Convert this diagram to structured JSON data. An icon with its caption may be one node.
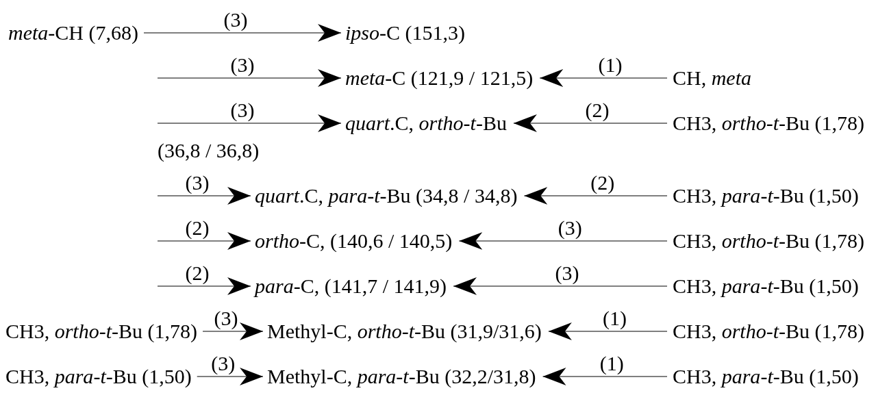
{
  "diagram": {
    "nodes": [
      {
        "text": [
          "*meta*-CH (7,68)"
        ]
      },
      {
        "text": [
          "*ipso*-C (151,3)"
        ]
      },
      {
        "text": [
          "*meta*-C (121,9 / 121,5)"
        ]
      },
      {
        "text": [
          "CH, *meta*"
        ]
      },
      {
        "text": [
          "*quart*.C, *ortho*-*t*-Bu"
        ]
      },
      {
        "text": [
          "CH3, *ortho*-*t*-Bu (1,78)"
        ]
      },
      {
        "text": [
          "*quart*.C, *para*-*t*-Bu (34,8 / 34,8)"
        ]
      },
      {
        "text": [
          "CH3, *para*-*t*-Bu (1,50)"
        ]
      },
      {
        "text": [
          "*ortho*-C, (140,6 / 140,5)"
        ]
      },
      {
        "text": [
          "CH3, *ortho*-*t*-Bu (1,78)"
        ]
      },
      {
        "text": [
          "*para*-C, (141,7 / 141,9)"
        ]
      },
      {
        "text": [
          "CH3, *para*-*t*-Bu (1,50)"
        ]
      },
      {
        "text": [
          "CH3, *ortho*-*t*-Bu (1,78)"
        ]
      },
      {
        "text": [
          "Methyl-C, *ortho*-*t*-Bu (31,9/31,6)"
        ]
      },
      {
        "text": [
          "CH3, *ortho*-*t*-Bu (1,78)"
        ]
      },
      {
        "text": [
          "CH3, *para*-*t*-Bu (1,50)"
        ]
      },
      {
        "text": [
          "Methyl-C, *para*-*t*-Bu (32,2/31,8)"
        ]
      },
      {
        "text": [
          "CH3, *para*-*t*-Bu (1,50)"
        ]
      }
    ],
    "edges": [
      {
        "from": 0,
        "to": 1,
        "arrow": "to",
        "label": "(3)"
      },
      {
        "from": null,
        "to": 2,
        "arrow": "to",
        "label": "(3)"
      },
      {
        "from": null,
        "to": 4,
        "arrow": "to",
        "label": "(3)"
      },
      {
        "from": null,
        "to": 6,
        "arrow": "to",
        "label": "(3)"
      },
      {
        "from": null,
        "to": 8,
        "arrow": "to",
        "label": "(2)"
      },
      {
        "from": null,
        "to": 10,
        "arrow": "to",
        "label": "(2)"
      },
      {
        "from": 3,
        "to": 2,
        "arrow": "to",
        "label": "(1)"
      },
      {
        "from": 5,
        "to": 4,
        "arrow": "to",
        "label": "(2)"
      },
      {
        "from": 7,
        "to": 6,
        "arrow": "to",
        "label": "(2)"
      },
      {
        "from": 9,
        "to": 8,
        "arrow": "to",
        "label": "(3)"
      },
      {
        "from": 11,
        "to": 10,
        "arrow": "to",
        "label": "(3)"
      },
      {
        "from": 12,
        "to": 13,
        "arrow": "to",
        "label": "(3)"
      },
      {
        "from": 14,
        "to": 13,
        "arrow": "to",
        "label": "(1)"
      },
      {
        "from": 15,
        "to": 16,
        "arrow": "to",
        "label": "(3)"
      },
      {
        "from": 17,
        "to": 16,
        "arrow": "to",
        "label": "(1)"
      }
    ],
    "labels": [
      "(36,8 / 36,8)"
    ]
  }
}
